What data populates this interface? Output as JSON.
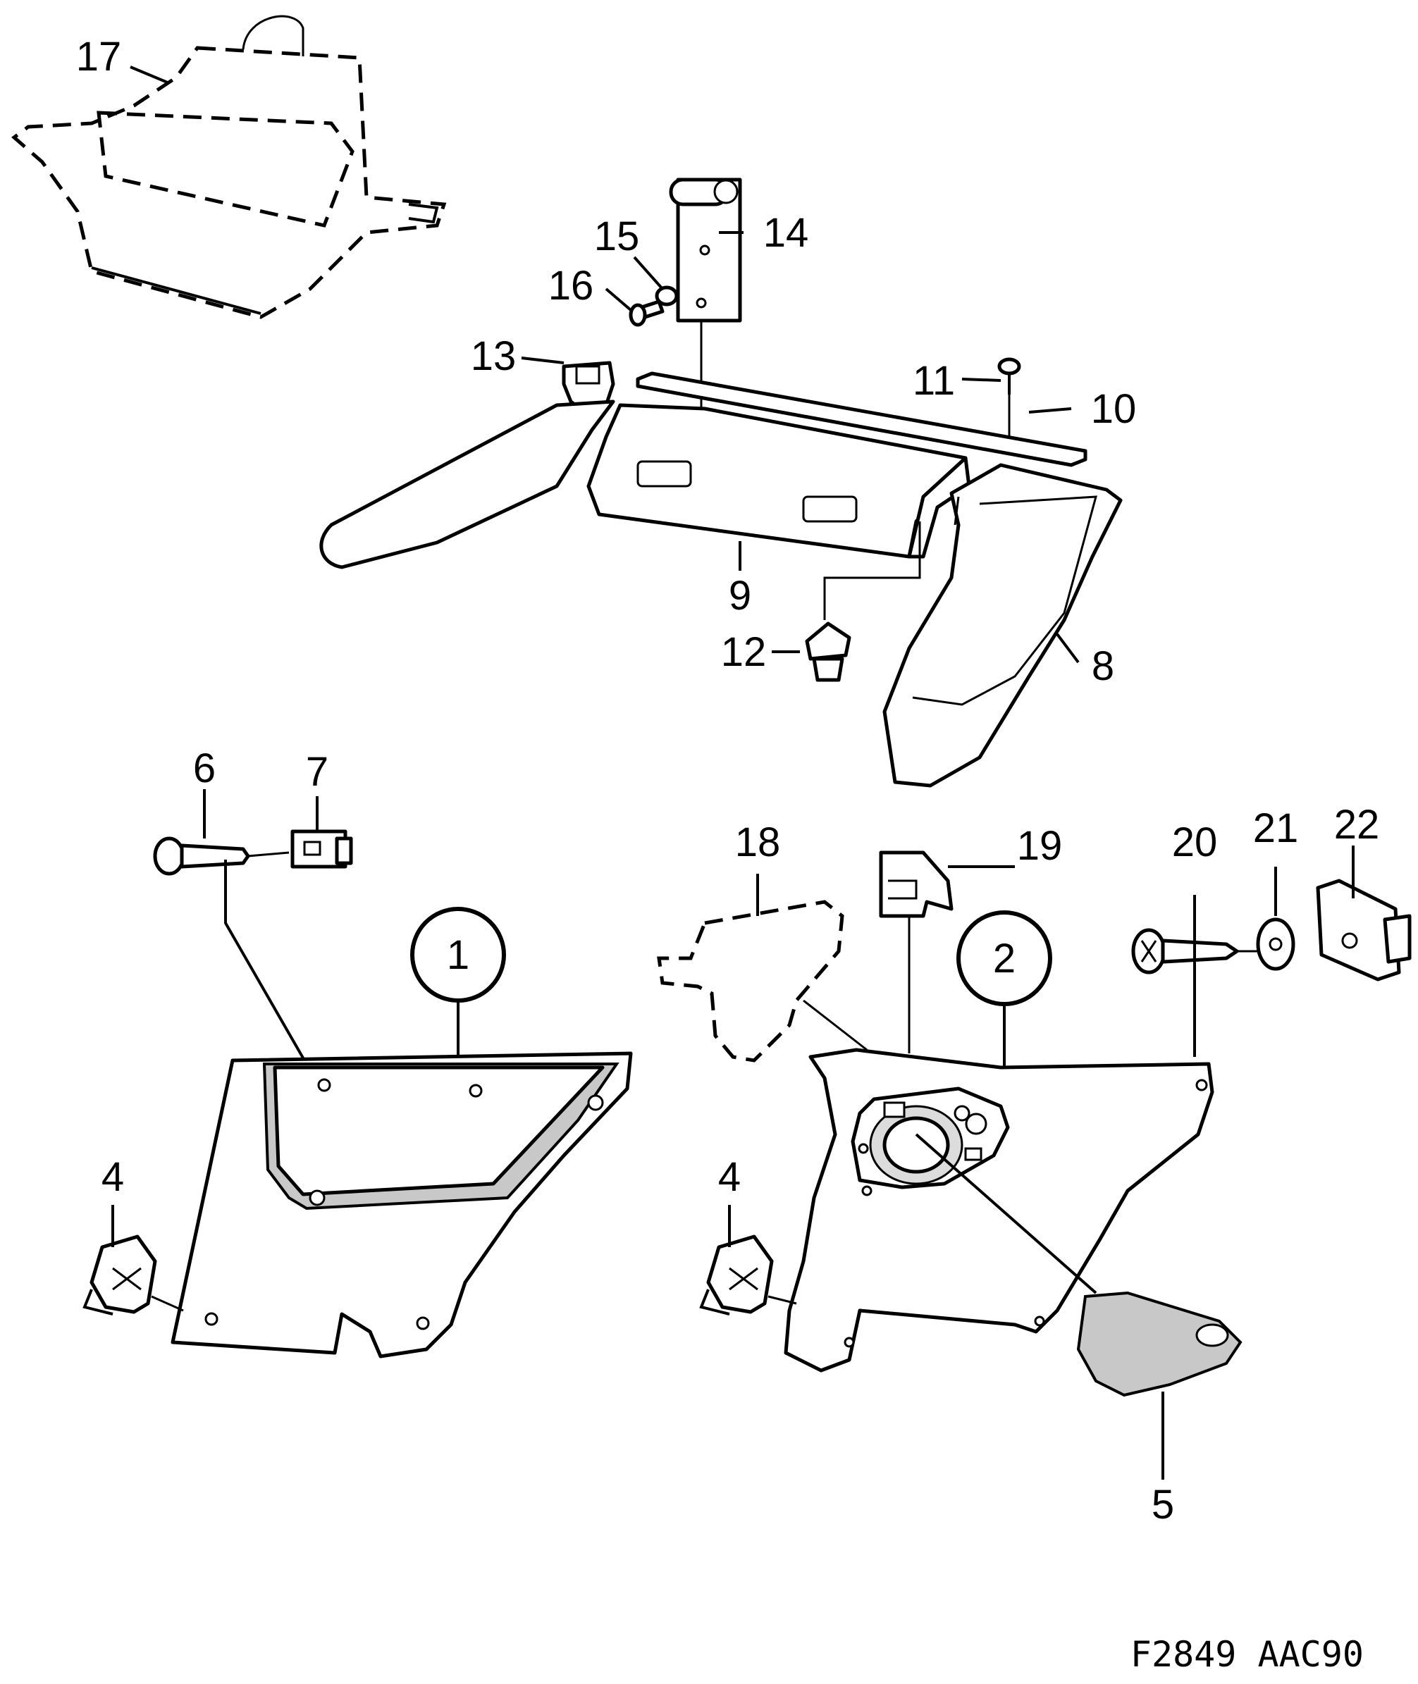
{
  "diagram": {
    "code": "F2849 AAC90",
    "callouts": [
      {
        "id": "1",
        "text": "1"
      },
      {
        "id": "2",
        "text": "2"
      },
      {
        "id": "4a",
        "text": "4"
      },
      {
        "id": "4b",
        "text": "4"
      },
      {
        "id": "5",
        "text": "5"
      },
      {
        "id": "6",
        "text": "6"
      },
      {
        "id": "7",
        "text": "7"
      },
      {
        "id": "8",
        "text": "8"
      },
      {
        "id": "9",
        "text": "9"
      },
      {
        "id": "10",
        "text": "10"
      },
      {
        "id": "11",
        "text": "11"
      },
      {
        "id": "12",
        "text": "12"
      },
      {
        "id": "13",
        "text": "13"
      },
      {
        "id": "14",
        "text": "14"
      },
      {
        "id": "15",
        "text": "15"
      },
      {
        "id": "16",
        "text": "16"
      },
      {
        "id": "17",
        "text": "17"
      },
      {
        "id": "18",
        "text": "18"
      },
      {
        "id": "19",
        "text": "19"
      },
      {
        "id": "20",
        "text": "20"
      },
      {
        "id": "21",
        "text": "21"
      },
      {
        "id": "22",
        "text": "22"
      }
    ]
  }
}
